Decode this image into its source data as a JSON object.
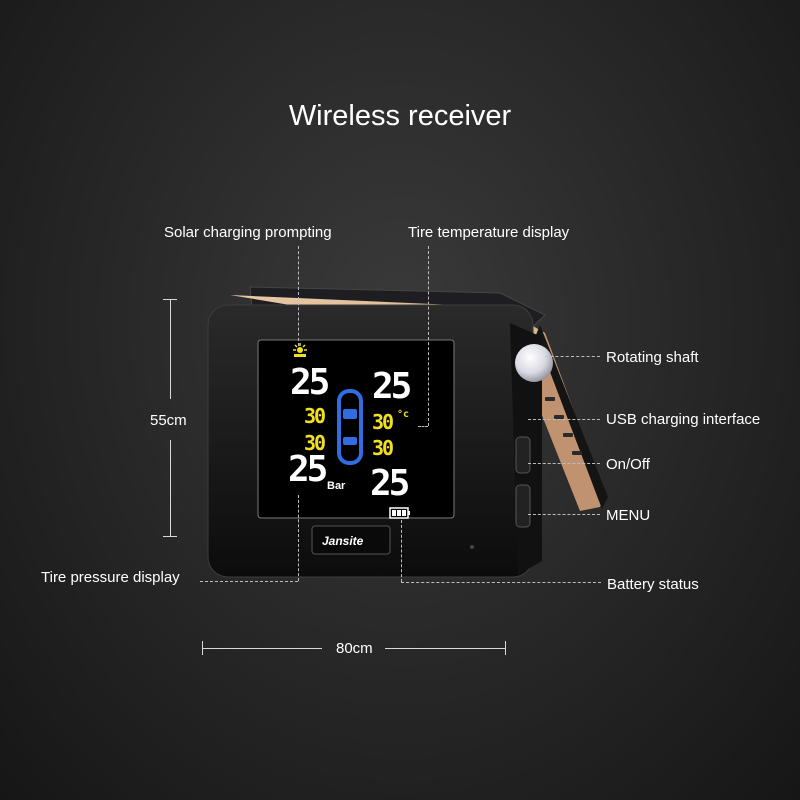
{
  "title": "Wireless receiver",
  "labels": {
    "solar": "Solar charging prompting",
    "temperature": "Tire temperature display",
    "rotating": "Rotating shaft",
    "usb": "USB charging interface",
    "onoff": "On/Off",
    "menu": "MENU",
    "battery": "Battery status",
    "pressure": "Tire pressure display"
  },
  "dimensions": {
    "height": "55cm",
    "width": "80cm"
  },
  "screen": {
    "front_left_pressure": "25",
    "front_right_pressure": "25",
    "rear_left_pressure": "25",
    "rear_right_pressure": "25",
    "front_left_temp": "30",
    "front_right_temp": "30",
    "rear_left_temp": "30",
    "rear_right_temp": "30",
    "temp_unit": "°c",
    "pressure_unit": "Bar",
    "brand": "Jansite"
  },
  "colors": {
    "pressure_digits": "#ffffff",
    "temperature_digits": "#f2e020",
    "car_icon": "#2f6de0",
    "device_body": "#161616",
    "back_panel": "#d8b48e"
  }
}
